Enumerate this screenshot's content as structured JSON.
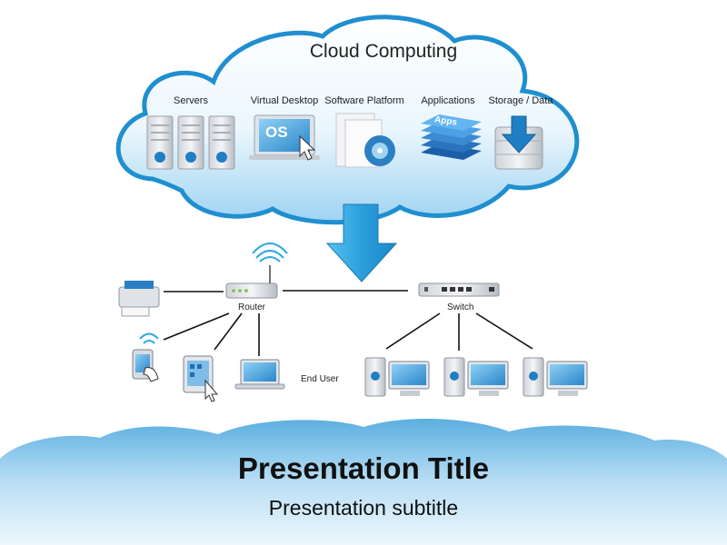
{
  "cloud": {
    "title": "Cloud Computing",
    "categories": [
      "Servers",
      "Virtual Desktop",
      "Software Platform",
      "Applications",
      "Storage / Data"
    ],
    "os_label": "OS",
    "apps_label": "Apps"
  },
  "network": {
    "router_label": "Router",
    "switch_label": "Switch",
    "end_user_label": "End User"
  },
  "footer": {
    "title": "Presentation Title",
    "subtitle": "Presentation subtitle"
  },
  "colors": {
    "cloud_blue": "#1f8fd0",
    "arrow_blue": "#2ba3e0",
    "footer_cloud": "#6fb9e6"
  }
}
